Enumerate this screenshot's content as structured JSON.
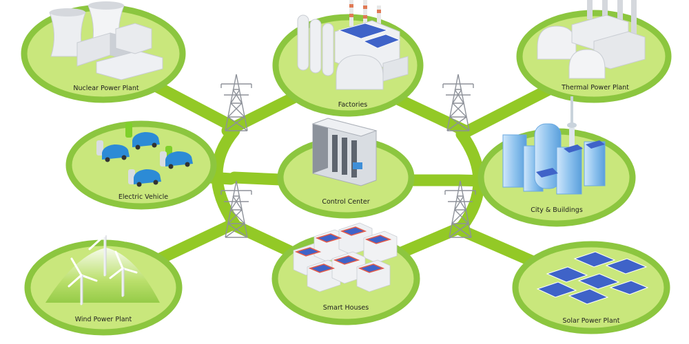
{
  "nodes": {
    "nuclear": "Nuclear Power Plant",
    "factories": "Factories",
    "thermal": "Thermal Power Plant",
    "ev": "Electric Vehicle",
    "control": "Control Center",
    "city": "City &  Buildings",
    "wind": "Wind Power Plant",
    "houses": "Smart Houses",
    "solar": "Solar Power Plant"
  },
  "colors": {
    "link": "#93c926",
    "link_dark": "#7ab51d",
    "disc": "#c9e77c",
    "disc_ring": "#8cc63f",
    "disc_inner": "#d9ef95",
    "building": "#e9ebee",
    "building_shade": "#c9cdd3",
    "panel": "#3f63c8",
    "glass": "#8fc3ee",
    "car": "#2c8bd6",
    "roof_red": "#e35a4a",
    "tower": "#8d9199"
  }
}
